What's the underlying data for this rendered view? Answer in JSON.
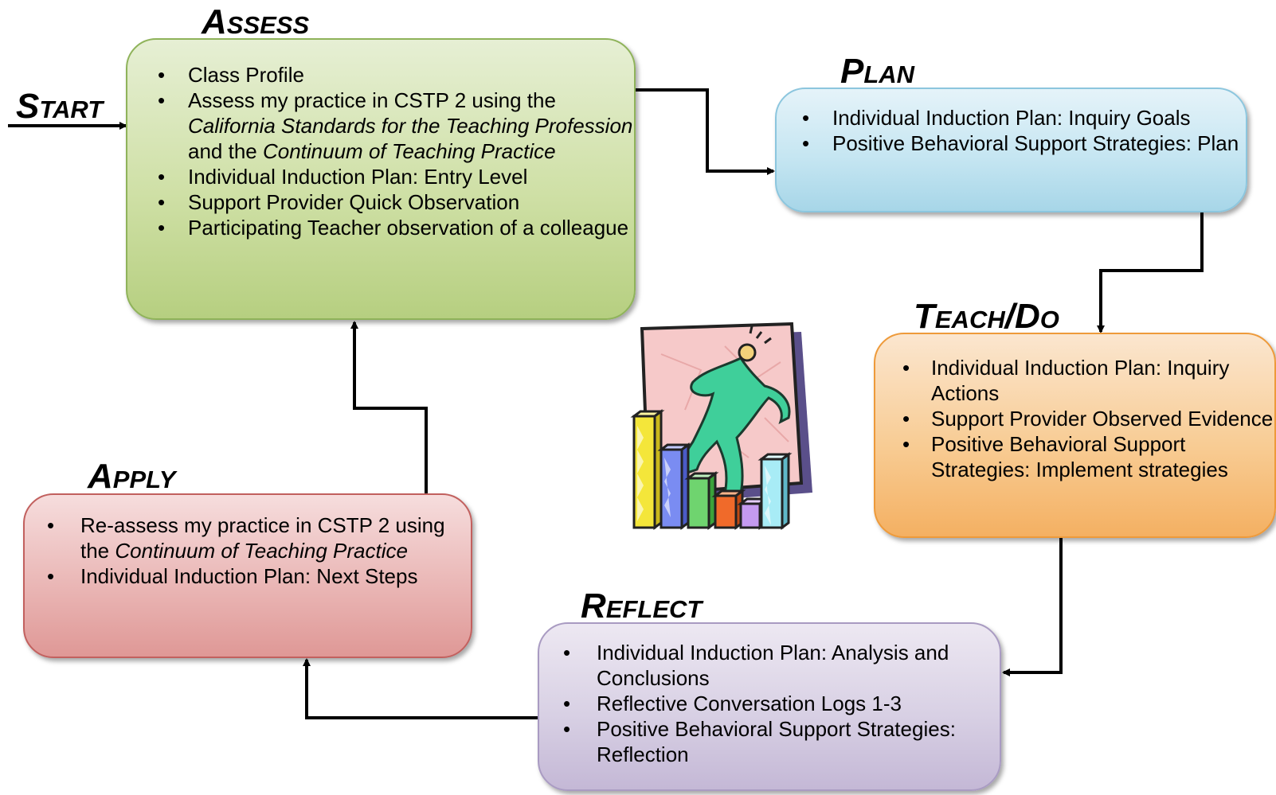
{
  "start": {
    "title": "Start"
  },
  "assess": {
    "title": "Assess",
    "items": [
      [
        "Class Profile"
      ],
      [
        "Assess my practice in CSTP 2 using the ",
        "California Standards for the Teaching Profession",
        " and the ",
        "Continuum of Teaching Practice"
      ],
      [
        "Individual Induction Plan: Entry Level"
      ],
      [
        "Support Provider Quick Observation"
      ],
      [
        "Participating Teacher observation of a colleague"
      ]
    ],
    "color": "#cfe0a6"
  },
  "plan": {
    "title": "Plan",
    "items": [
      [
        "Individual Induction Plan: Inquiry Goals"
      ],
      [
        "Positive Behavioral Support Strategies: Plan"
      ]
    ],
    "color": "#c6e6f2"
  },
  "teach": {
    "title": "Teach/Do",
    "items": [
      [
        "Individual Induction Plan: Inquiry Actions"
      ],
      [
        "Support Provider Observed Evidence"
      ],
      [
        "Positive Behavioral Support Strategies: Implement strategies"
      ]
    ],
    "color": "#f8cc94"
  },
  "reflect": {
    "title": "Reflect",
    "items": [
      [
        "Individual Induction Plan: Analysis and Conclusions"
      ],
      [
        "Reflective Conversation Logs 1-3"
      ],
      [
        "Positive Behavioral Support Strategies: Reflection"
      ]
    ],
    "color": "#d8d0e4"
  },
  "apply": {
    "title": "Apply",
    "items": [
      [
        "Re-assess my practice in CSTP 2 using the ",
        "Continuum of Teaching Practice"
      ],
      [
        "Individual Induction Plan: Next Steps"
      ]
    ],
    "color": "#eab7b6"
  },
  "clipart": {
    "icon": "bar-chart-climber-icon"
  }
}
